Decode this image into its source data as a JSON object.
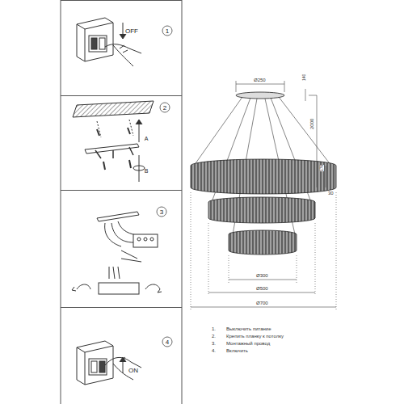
{
  "diagram": {
    "nodes": [
      {
        "text": [
          "1",
          "OFF"
        ]
      },
      {
        "text": [
          "2",
          "A",
          "B"
        ]
      },
      {
        "text": [
          "3"
        ]
      },
      {
        "text": [
          "4",
          "ON"
        ]
      }
    ],
    "labels": [
      "Ø250",
      "140",
      "2000",
      "176",
      "30",
      "Ø300",
      "Ø500",
      "Ø700",
      "1.",
      "Выключить питание",
      "2.",
      "Крепить планку к потолку",
      "3.",
      "Монтажный провод",
      "4.",
      "Включить"
    ]
  }
}
